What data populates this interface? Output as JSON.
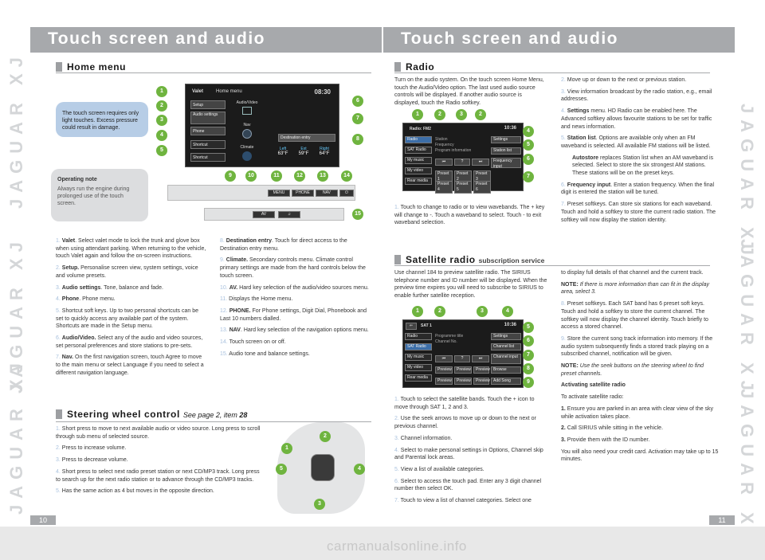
{
  "left_banner": "Touch screen and audio",
  "right_banner": "Touch screen and audio",
  "watermark_text": "JAGUAR XJ",
  "page_left": "10",
  "page_right": "11",
  "watermark_url": "carmanualsonline.info",
  "home": {
    "title": "Home menu",
    "warning": "The touch screen requires only light touches. Excess pressure could result in damage.",
    "note_title": "Operating note",
    "note_body": "Always run the engine during prolonged use of the touch screen.",
    "screen": {
      "valet": "Valet",
      "title": "Home menu",
      "time": "08:30",
      "setup": "Setup",
      "audio": "Audio settings",
      "phone": "Phone",
      "shortcut": "Shortcut",
      "av": "Audio/Video",
      "nav": "Nav",
      "climate": "Climate",
      "dest": "Destination entry",
      "left_t": "Left",
      "left_v": "63°F",
      "ext_t": "Ext",
      "ext_v": "59°F",
      "right_t": "Right",
      "right_v": "64°F"
    },
    "hard": {
      "menu": "MENU",
      "phone": "PHONE",
      "nav": "NAV",
      "av": "AV"
    },
    "callouts": [
      "1",
      "2",
      "3",
      "4",
      "5",
      "6",
      "7",
      "8",
      "9",
      "10",
      "11",
      "12",
      "13",
      "14",
      "15"
    ],
    "items": [
      {
        "n": "1.",
        "b": "Valet",
        "t": ". Select valet mode to lock the trunk and glove box when using attendant parking. When returning to the vehicle, touch Valet again and follow the on-screen instructions."
      },
      {
        "n": "2.",
        "b": "Setup.",
        "t": " Personalise screen view, system settings, voice and volume presets."
      },
      {
        "n": "3.",
        "b": "Audio settings",
        "t": ". Tone, balance and fade."
      },
      {
        "n": "4.",
        "b": "Phone",
        "t": ". Phone menu."
      },
      {
        "n": "5.",
        "b": "",
        "t": "Shortcut soft keys. Up to two personal shortcuts can be set to quickly access any available part of the system. Shortcuts are made in the Setup menu."
      },
      {
        "n": "6.",
        "b": "Audio/Video.",
        "t": " Select any of the audio and video sources, set personal preferences and store stations to pre-sets."
      },
      {
        "n": "7.",
        "b": "Nav.",
        "t": " On the first navigation screen, touch Agree to move to the main menu or select Language if you need to select a different navigation language."
      }
    ],
    "items2": [
      {
        "n": "8.",
        "b": "Destination entry",
        "t": ". Touch for direct access to the Destination entry menu."
      },
      {
        "n": "9.",
        "b": "Climate.",
        "t": " Secondary controls menu. Climate control primary settings are made from the hard controls below the touch screen."
      },
      {
        "n": "10.",
        "b": "AV.",
        "t": " Hard key selection of the audio/video sources menu."
      },
      {
        "n": "11.",
        "b": "",
        "t": "Displays the Home menu."
      },
      {
        "n": "12.",
        "b": "PHONE.",
        "t": " For Phone settings, Digit Dial, Phonebook and Last 10 numbers dialled."
      },
      {
        "n": "13.",
        "b": "NAV",
        "t": ". Hard key selection of the navigation options menu."
      },
      {
        "n": "14.",
        "b": "",
        "t": "Touch screen on or off."
      },
      {
        "n": "15.",
        "b": "",
        "t": "Audio tone and balance settings."
      }
    ]
  },
  "steering": {
    "title": "Steering wheel control",
    "ref_a": "See page 2, item ",
    "ref_b": "28",
    "callouts": [
      "1",
      "2",
      "3",
      "4",
      "5"
    ],
    "items": [
      {
        "n": "1.",
        "t": "Short press to move to next available audio or video source. Long press to scroll through sub menu of selected source."
      },
      {
        "n": "2.",
        "t": "Press to increase volume."
      },
      {
        "n": "3.",
        "t": "Press to decrease volume."
      },
      {
        "n": "4.",
        "t": "Short press to select next radio preset station or next CD/MP3 track. Long press to search up for the next radio station or to advance through the CD/MP3 tracks."
      },
      {
        "n": "5.",
        "t": "Has the same action as 4 but moves in the opposite direction."
      }
    ]
  },
  "radio": {
    "title": "Radio",
    "intro": "Turn on the audio system. On the touch screen Home Menu, touch the Audio/Video option. The last used audio source controls will be displayed. If another audio source is displayed, touch the Radio softkey.",
    "screen": {
      "band": "Radio: FM2",
      "time": "10:36",
      "radio": "Radio",
      "sat": "SAT Radio",
      "music": "My music",
      "video": "My video",
      "rear": "Rear media",
      "station": "Station",
      "freq": "Frequency",
      "prog": "Program information",
      "settings": "Settings",
      "slist": "Station list",
      "finput": "Frequency input",
      "presets": [
        "Preset 1",
        "Preset 2",
        "Preset 3",
        "Preset 4",
        "Preset 5",
        "Preset 6"
      ]
    },
    "callouts": [
      "1",
      "2",
      "3",
      "2",
      "4",
      "5",
      "6",
      "7"
    ],
    "item1": "Touch to change to radio or to view wavebands. The + key will change to -. Touch a waveband to select. Touch - to  exit waveband selection.",
    "items": [
      {
        "n": "2.",
        "b": "",
        "t": "Move up or down to the next or previous station."
      },
      {
        "n": "3.",
        "b": "",
        "t": "View information broadcast by the radio station, e.g., email addresses."
      },
      {
        "n": "4.",
        "b": "Settings",
        "t": " menu. HD Radio can be enabled here. The Advanced softkey allows favourite stations to be set for traffic and news information."
      },
      {
        "n": "5.",
        "b": "Station list",
        "t": ". Options are available only when an FM waveband is selected. All available FM stations will be listed."
      },
      {
        "n": "",
        "b": "Autostore",
        "t": " replaces Station list  when an AM waveband is selected. Select to store the six strongest AM stations. These stations will be on the preset keys."
      },
      {
        "n": "6.",
        "b": "Frequency input",
        "t": ". Enter a station frequency. When the final digit is entered the station will be tuned."
      },
      {
        "n": "7.",
        "b": "",
        "t": "Preset softkeys. Can store six stations for each waveband. Touch and hold a softkey to store the current radio station. The softkey will now display the station identity."
      }
    ]
  },
  "satellite": {
    "title": "Satellite radio",
    "sub": "subscription service",
    "intro": "Use channel 184 to preview satellite radio. The SIRIUS telephone number and ID number will be displayed. When the preview time expires you will need to subscribe to SIRIUS to enable further satellite reception.",
    "screen": {
      "band": "SAT 1",
      "time": "10:36",
      "radio": "Radio",
      "sat": "SAT Radio",
      "music": "My music",
      "video": "My video",
      "rear": "Rear media",
      "prog": "Programme title",
      "chan": "Channel No.",
      "settings": "Settings",
      "clist": "Channel list",
      "cinput": "Channel input",
      "browse": "Browse",
      "addsong": "Add Song",
      "preview": "Preview"
    },
    "callouts": [
      "1",
      "2",
      "3",
      "4",
      "5",
      "6",
      "7",
      "8",
      "9"
    ],
    "items": [
      {
        "n": "1.",
        "t": "Touch to select the satellite bands. Touch the + icon to move through SAT 1, 2 and 3."
      },
      {
        "n": "2.",
        "t": "Use the seek arrows to move up or down to the next or previous channel."
      },
      {
        "n": "3.",
        "t": "Channel information."
      },
      {
        "n": "4.",
        "t": "Select to make personal settings in Options, Channel skip and Parental lock areas."
      },
      {
        "n": "5.",
        "t": "View a list of available categories."
      },
      {
        "n": "6.",
        "t": "Select to access the touch pad. Enter any 3 digit channel number then select OK."
      },
      {
        "n": "7.",
        "t": "Touch to view a list of channel categories. Select one"
      }
    ],
    "right_top": "to display full details of that channel and the current track.",
    "note1_b": "NOTE:",
    "note1_t": " If there is more information than can fit in the display area, select 3.",
    "item8": {
      "n": "8.",
      "t": "Preset softkeys. Each SAT band has 6 preset soft keys. Touch and hold a softkey to store the current channel. The softkey will now display the channel identity. Touch briefly to access a stored channel."
    },
    "item9": {
      "n": "9.",
      "t": "Store the current song track information into memory. If the audio system subsequently finds a stored track playing on a subscribed channel, notification will be given."
    },
    "note2_b": "NOTE:",
    "note2_t": " Use the seek buttons on the steering wheel to find preset channels.",
    "act_title": "Activating satellite radio",
    "act_intro": "To activate satellite radio:",
    "act_items": [
      {
        "n": "1.",
        "t": "Ensure you are parked in an area with clear view of the sky while activation takes place."
      },
      {
        "n": "2.",
        "t": "Call SIRIUS while sitting in the vehicle."
      },
      {
        "n": "3.",
        "t": "Provide them with the ID number."
      }
    ],
    "act_end": "You will also need your credit card. Activation may take up to 15 minutes."
  }
}
